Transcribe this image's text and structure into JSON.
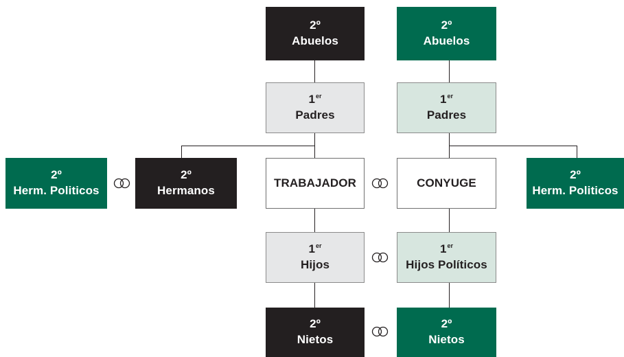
{
  "boxes": {
    "abuelos_trab": {
      "degree": "2",
      "suffix": "º",
      "label": "Abuelos"
    },
    "abuelos_cony": {
      "degree": "2",
      "suffix": "º",
      "label": "Abuelos"
    },
    "padres_trab": {
      "degree": "1",
      "suffix": "er",
      "label": "Padres"
    },
    "padres_cony": {
      "degree": "1",
      "suffix": "er",
      "label": "Padres"
    },
    "herm_pol_left": {
      "degree": "2",
      "suffix": "º",
      "label": "Herm. Politicos"
    },
    "hermanos": {
      "degree": "2",
      "suffix": "º",
      "label": "Hermanos"
    },
    "trabajador": {
      "label": "TRABAJADOR"
    },
    "conyuge": {
      "label": "CONYUGE"
    },
    "herm_pol_right": {
      "degree": "2",
      "suffix": "º",
      "label": "Herm. Politicos"
    },
    "hijos": {
      "degree": "1",
      "suffix": "er",
      "label": "Hijos"
    },
    "hijos_politicos": {
      "degree": "1",
      "suffix": "er",
      "label": "Hijos Políticos"
    },
    "nietos_trab": {
      "degree": "2",
      "suffix": "º",
      "label": "Nietos"
    },
    "nietos_cony": {
      "degree": "2",
      "suffix": "º",
      "label": "Nietos"
    }
  },
  "colors": {
    "dark": "#231f20",
    "green": "#006b4f",
    "grey": "#e6e7e8",
    "mint": "#d7e6df"
  },
  "icons": [
    "marriage-rings-icon"
  ]
}
